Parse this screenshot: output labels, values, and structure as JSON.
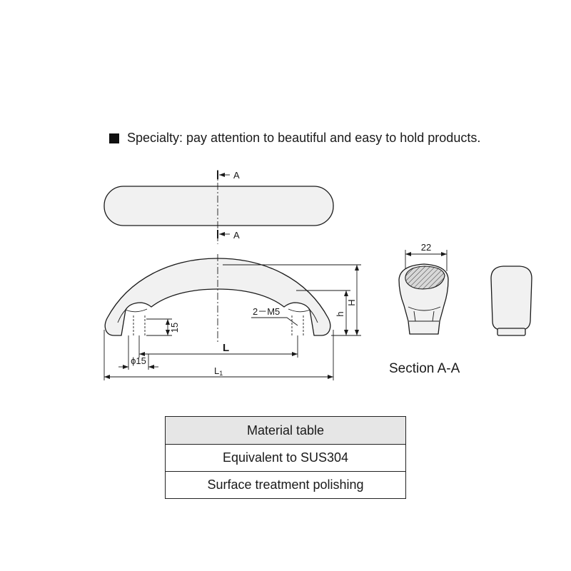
{
  "heading": {
    "text": "Specialty: pay attention to beautiful and easy to hold products."
  },
  "drawing": {
    "section_mark_top": "A",
    "section_mark_bottom": "A",
    "dim_H": "H",
    "dim_h": "h",
    "thread_label": "2－M5",
    "dim_15": "15",
    "dim_L": "L",
    "dim_phi15": "ϕ15",
    "dim_L1_main": "L",
    "dim_L1_sub": "1",
    "dim_22": "22",
    "section_caption": "Section A-A"
  },
  "material_table": {
    "header": "Material table",
    "rows": [
      "Equivalent to SUS304",
      "Surface treatment polishing"
    ]
  },
  "colors": {
    "dim_L_text": "#2a78d4",
    "line": "#1a1a1a",
    "part_fill": "#f1f1f1",
    "table_header_bg": "#e6e6e6"
  }
}
